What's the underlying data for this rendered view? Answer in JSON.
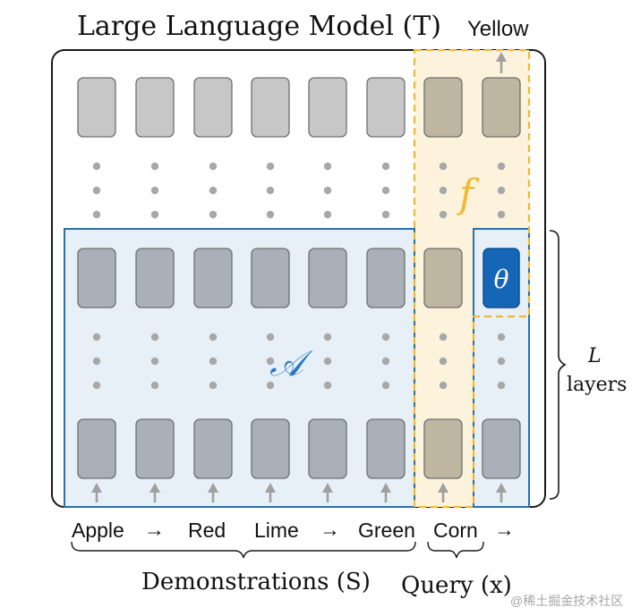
{
  "title": "Large Language Model (T)",
  "output_label": "Yellow",
  "symbols": {
    "f": "f",
    "theta": "θ",
    "A": "𝒜"
  },
  "brace_label": {
    "line1": "L",
    "line2": "layers"
  },
  "tokens": [
    "Apple",
    "→",
    "Red",
    "Lime",
    "→",
    "Green",
    "Corn",
    "→"
  ],
  "group_labels": {
    "demonstrations": "Demonstrations (S)",
    "query": "Query (x)"
  },
  "watermark": "@稀土掘金技术社区",
  "colors": {
    "frame": "#1a1a1a",
    "token_gray": "#c7c7c7",
    "token_stroke": "#6f6f6f",
    "token_blue_gray": "#a9b0b8",
    "token_tan": "#bfb6a2",
    "blue_region": "#e7f0f7",
    "blue_border": "#2a6fae",
    "yellow_region": "#fdf3dc",
    "yellow_border": "#f2b830",
    "theta_fill": "#1666b8",
    "dots": "#a8a8a8",
    "arrow": "#a0a0a0"
  }
}
